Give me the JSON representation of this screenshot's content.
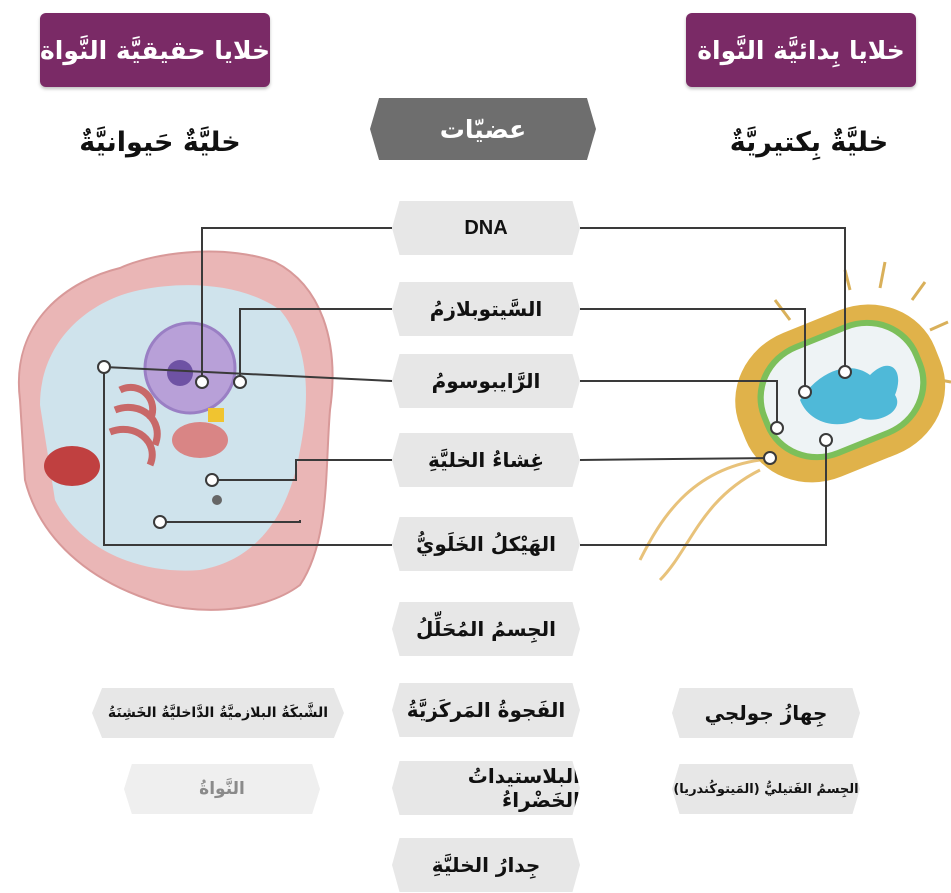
{
  "header_left": "خلايا حقيقيَّة النَّواة",
  "header_right": "خلايا بِدائيَّة النَّواة",
  "subtitle_left": "خليَّةٌ حَيوانيَّةٌ",
  "subtitle_right": "خليَّةٌ بِكتيريَّةٌ",
  "organelles_title": "عضيّات",
  "organelles": [
    "DNA",
    "السَّيتوبلازمُ",
    "الرَّايبوسومُ",
    "غِشاءُ الخليَّةِ",
    "الهَيْكلُ الخَلَويُّ",
    "الجِسمُ المُحَلِّلُ",
    "الفَجوةُ المَركَزيَّةُ",
    "البلاستيداتُ الخَضْراءُ",
    "جِدارُ الخليَّةِ"
  ],
  "left_extras": [
    "الشَّبكَةُ البلازميَّةُ الدَّاخليَّةُ الخَشِنَةُ",
    "النَّواةُ"
  ],
  "right_extras": [
    "جِهازُ جولجي",
    "الجِسمُ الفَتيليُّ (المَيتوكُندريا)"
  ],
  "colors": {
    "banner": "#7a2a66",
    "header_pill": "#6e6e6e",
    "pill": "#e7e7e7",
    "line": "#3a3a3a"
  }
}
